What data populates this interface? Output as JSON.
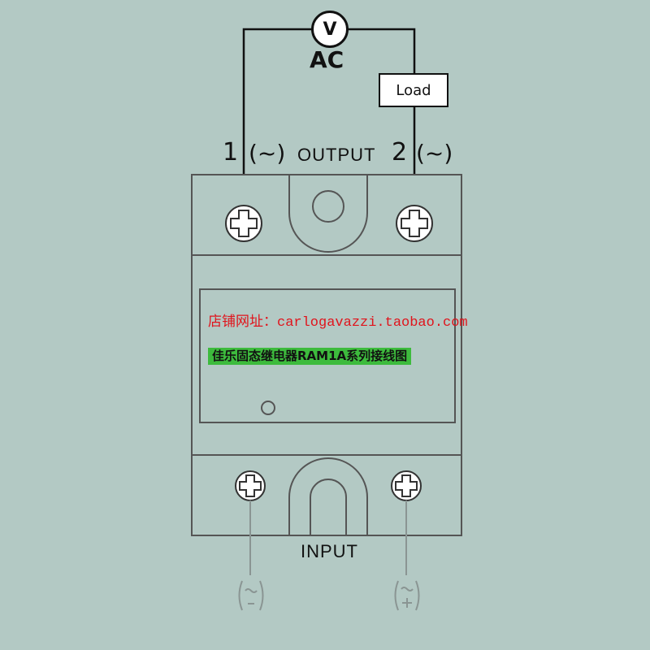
{
  "diagram": {
    "voltmeter_label": "V",
    "ac_label": "AC",
    "load_label": "Load",
    "output": {
      "terminal_1": "1",
      "terminal_1_symbol": "(~)",
      "label": "OUTPUT",
      "terminal_2": "2",
      "terminal_2_symbol": "(~)"
    },
    "input": {
      "label": "INPUT",
      "left_symbol": "(~/-)",
      "right_symbol": "(~/+)"
    },
    "shop_text": "店铺网址：carlogavazzi.taobao.com",
    "subtitle_text": "佳乐固态继电器RAM1A系列接线图",
    "colors": {
      "background": "#b3c9c4",
      "shop_text": "#e0141c",
      "subtitle_bg": "#3dbb3d",
      "line": "#111111",
      "faded": "#8a9593"
    }
  }
}
